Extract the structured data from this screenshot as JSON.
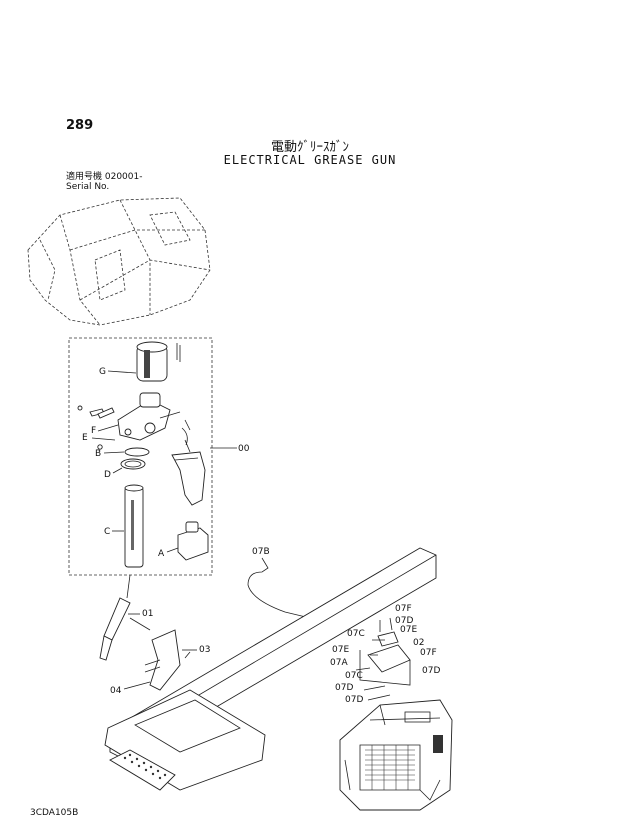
{
  "page": {
    "number": "289",
    "title_jp": "電動ｸﾞﾘｰｽｶﾞﾝ",
    "title_en": "ELECTRICAL GREASE GUN",
    "serial_jp": "適用号機  020001-",
    "serial_en": "Serial No.",
    "footer_code": "3CDA105B"
  },
  "callouts": {
    "g": "G",
    "f": "F",
    "e": "E",
    "b": "B",
    "d": "D",
    "c": "C",
    "a": "A",
    "assy": "00",
    "c07b": "07B",
    "c01": "01",
    "c03": "03",
    "c04": "04",
    "c07f_top": "07F",
    "c07d_top": "07D",
    "c07c_top": "07C",
    "c07e_top": "07E",
    "c02": "02",
    "c07e_left": "07E",
    "c07f_right": "07F",
    "c07a": "07A",
    "c07d_right": "07D",
    "c07c_low": "07C",
    "c07d_left": "07D",
    "c07d_bottom": "07D"
  }
}
